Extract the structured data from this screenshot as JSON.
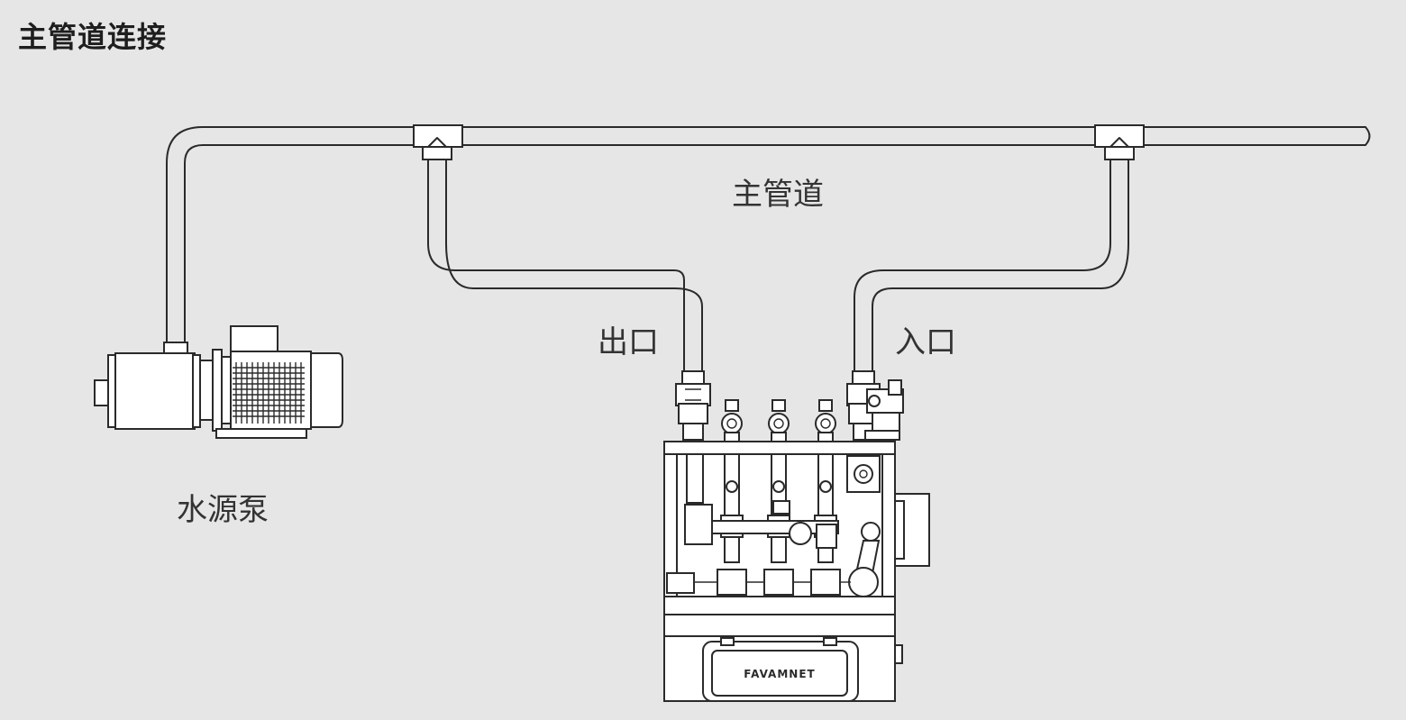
{
  "title": "主管道连接",
  "labels": {
    "main_pipe": "主管道",
    "outlet": "出口",
    "inlet": "入口",
    "pump": "水源泵"
  },
  "brand": "FAVAMNET"
}
